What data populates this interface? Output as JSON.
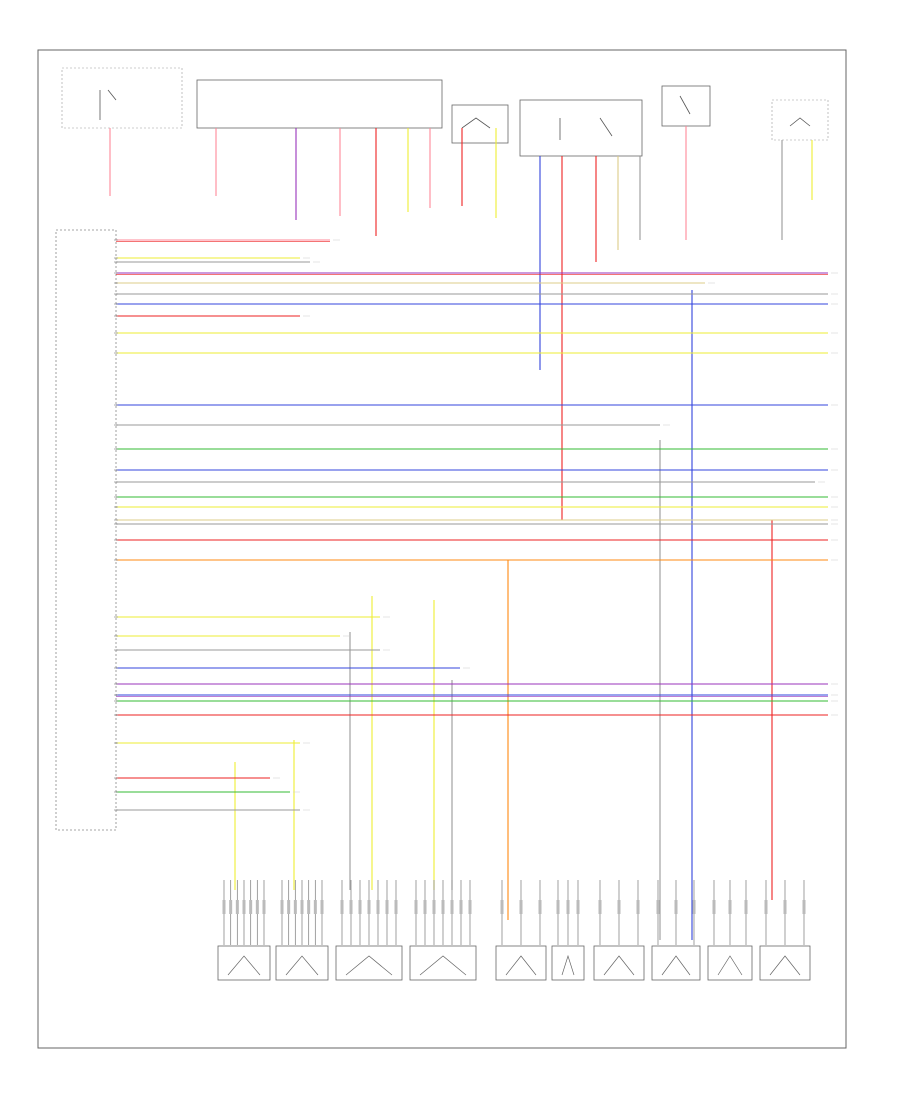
{
  "diagram": {
    "frame_label": "",
    "footer_code": "",
    "left_module_lines": [
      "",
      "",
      "",
      "",
      "",
      ""
    ],
    "top_modules": [
      {
        "name": "top-left-module"
      },
      {
        "name": "top-center-module"
      },
      {
        "name": "top-relay-a"
      },
      {
        "name": "top-relay-b"
      },
      {
        "name": "top-relay-c"
      },
      {
        "name": "top-right-module"
      }
    ],
    "bottom_components": [
      {
        "name": "bottom-unit-1",
        "lines": [
          "",
          "",
          "",
          "",
          "",
          ""
        ]
      },
      {
        "name": "bottom-unit-2",
        "lines": [
          "",
          "",
          "",
          "",
          "",
          ""
        ]
      },
      {
        "name": "bottom-unit-3",
        "lines": [
          "",
          "",
          "",
          "",
          "",
          ""
        ]
      },
      {
        "name": "bottom-unit-4",
        "lines": [
          "",
          "",
          "",
          "",
          "",
          ""
        ]
      },
      {
        "name": "bottom-unit-5",
        "lines": [
          "",
          "",
          "",
          "",
          "",
          ""
        ]
      },
      {
        "name": "bottom-unit-6",
        "lines": [
          "",
          "",
          "",
          ""
        ]
      },
      {
        "name": "bottom-unit-7",
        "lines": [
          "",
          "",
          "",
          "",
          ""
        ]
      },
      {
        "name": "bottom-unit-8",
        "lines": [
          "",
          "",
          "",
          "",
          "",
          ""
        ]
      },
      {
        "name": "bottom-unit-9",
        "lines": [
          "",
          "",
          "",
          ""
        ]
      },
      {
        "name": "bottom-unit-10",
        "lines": [
          "",
          "",
          "",
          "",
          "",
          "",
          ""
        ]
      }
    ],
    "wire_colors": {
      "black": "#333333",
      "red": "#ee2222",
      "blue": "#3344dd",
      "violet": "#9933bb",
      "yellow": "#eeee33",
      "green": "#33bb33",
      "orange": "#ff8811",
      "gray": "#999999",
      "pink": "#ff8899",
      "tan": "#ddcc88"
    },
    "horizontal_wires": [
      {
        "color": "pink",
        "stripe": "red",
        "label": ""
      },
      {
        "color": "yellow",
        "stripe": "",
        "label": ""
      },
      {
        "color": "gray",
        "stripe": "",
        "label": ""
      },
      {
        "color": "violet",
        "stripe": "red",
        "label": ""
      },
      {
        "color": "tan",
        "stripe": "",
        "label": ""
      },
      {
        "color": "gray",
        "stripe": "",
        "label": ""
      },
      {
        "color": "blue",
        "stripe": "",
        "label": ""
      },
      {
        "color": "red",
        "stripe": "",
        "label": ""
      },
      {
        "color": "yellow",
        "stripe": "",
        "label": ""
      },
      {
        "color": "yellow",
        "stripe": "",
        "label": ""
      },
      {
        "color": "blue",
        "stripe": "",
        "label": ""
      },
      {
        "color": "gray",
        "stripe": "",
        "label": ""
      },
      {
        "color": "green",
        "stripe": "",
        "label": ""
      },
      {
        "color": "blue",
        "stripe": "",
        "label": ""
      },
      {
        "color": "gray",
        "stripe": "",
        "label": ""
      },
      {
        "color": "green",
        "stripe": "",
        "label": ""
      },
      {
        "color": "yellow",
        "stripe": "",
        "label": ""
      },
      {
        "color": "tan",
        "stripe": "",
        "label": ""
      },
      {
        "color": "gray",
        "stripe": "",
        "label": ""
      },
      {
        "color": "red",
        "stripe": "",
        "label": ""
      },
      {
        "color": "orange",
        "stripe": "",
        "label": ""
      },
      {
        "color": "yellow",
        "stripe": "",
        "label": ""
      },
      {
        "color": "yellow",
        "stripe": "",
        "label": ""
      },
      {
        "color": "gray",
        "stripe": "",
        "label": ""
      },
      {
        "color": "blue",
        "stripe": "",
        "label": ""
      },
      {
        "color": "violet",
        "stripe": "",
        "label": ""
      },
      {
        "color": "blue",
        "stripe": "violet",
        "label": ""
      },
      {
        "color": "green",
        "stripe": "",
        "label": ""
      },
      {
        "color": "red",
        "stripe": "",
        "label": ""
      },
      {
        "color": "yellow",
        "stripe": "",
        "label": ""
      },
      {
        "color": "red",
        "stripe": "",
        "label": ""
      },
      {
        "color": "green",
        "stripe": "",
        "label": ""
      },
      {
        "color": "gray",
        "stripe": "",
        "label": ""
      }
    ]
  }
}
